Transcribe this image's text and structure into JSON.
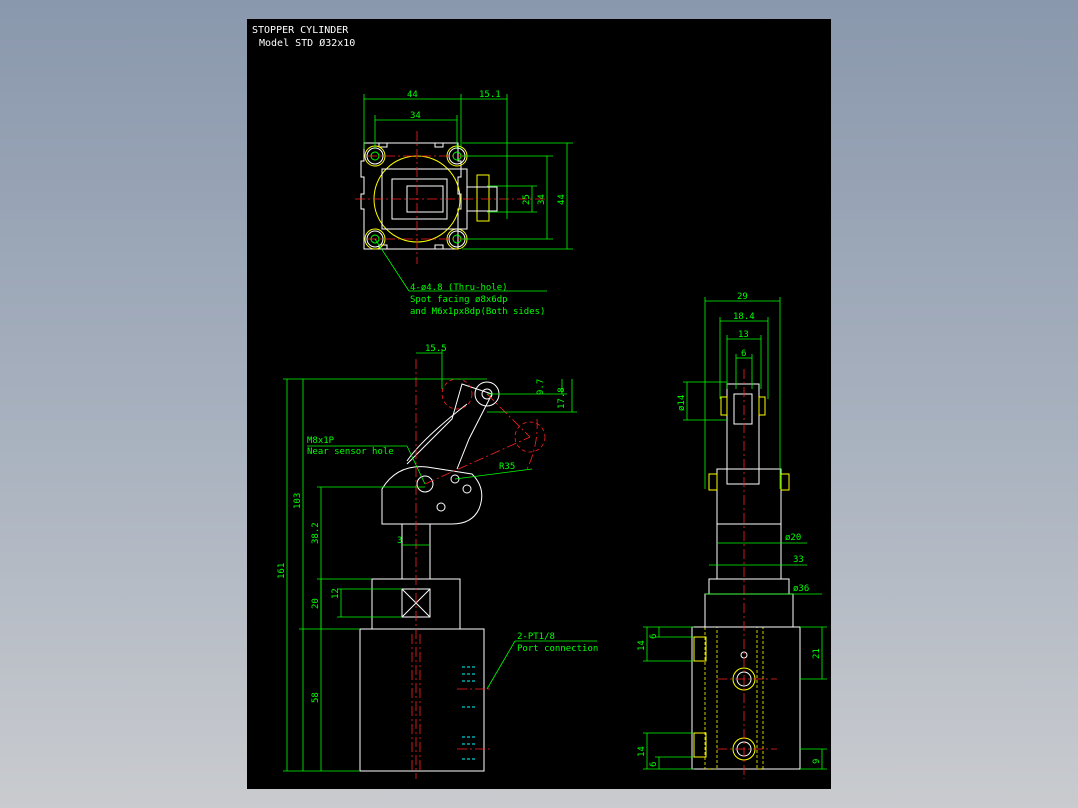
{
  "title": {
    "line1": "STOPPER CYLINDER",
    "line2": "Model  STD Ø32x10"
  },
  "top_view": {
    "dims": {
      "width_44": "44",
      "offset_15_1": "15.1",
      "pitch_34": "34",
      "h_25": "25",
      "h_34": "34",
      "h_44": "44"
    },
    "note": {
      "line1": "4-ø4.8 (Thru-hole)",
      "line2": "Spot facing ø8x6dp",
      "line3": "and M6x1px8dp(Both sides)"
    }
  },
  "front_view": {
    "dims": {
      "d15_5": "15.5",
      "d9_7": "9.7",
      "d17_8": "17.8",
      "d103": "103",
      "d161": "161",
      "d38_2": "38.2",
      "d3": "3",
      "d12": "12",
      "d20": "20",
      "d58": "58",
      "r35": "R35"
    },
    "sensor_note": {
      "line1": "M8x1P",
      "line2": "Near sensor hole"
    },
    "port_note": {
      "line1": "2-PT1/8",
      "line2": "Port connection"
    }
  },
  "side_view": {
    "dims": {
      "d29": "29",
      "d18_4": "18.4",
      "d13": "13",
      "d6": "6",
      "dia14": "ø14",
      "dia20": "ø20",
      "d33": "33",
      "dia36": "ø36",
      "d6a": "6",
      "d14a": "14",
      "d21": "21",
      "d14b": "14",
      "d6b": "6",
      "d9": "9"
    }
  },
  "colors": {
    "background": "#000000",
    "outline": "#ffffff",
    "dimension": "#00ff00",
    "centerline": "#ff2020",
    "hidden": "#ffff00",
    "port_marks": "#00ffff"
  }
}
